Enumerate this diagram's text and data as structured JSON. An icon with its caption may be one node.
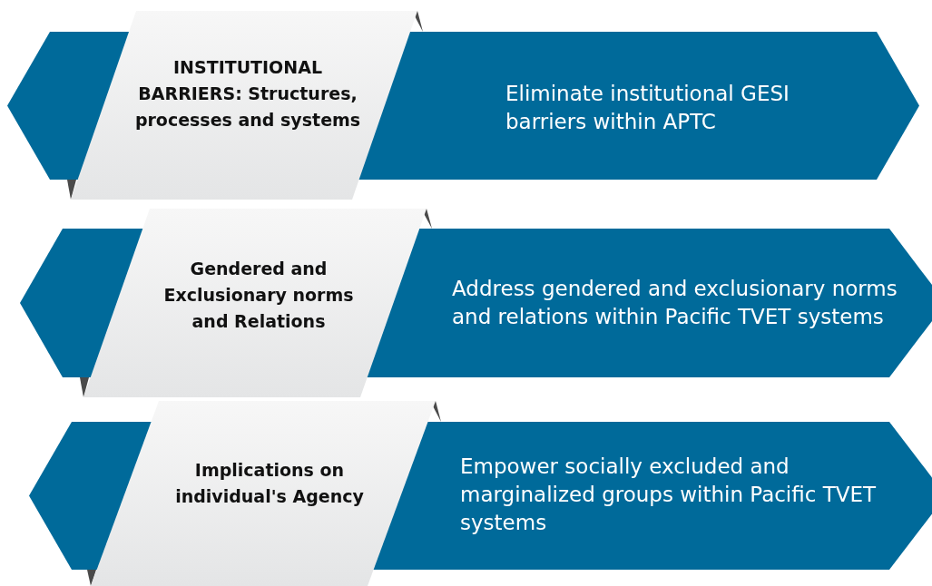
{
  "diagram": {
    "nodes": [
      {
        "text": [
          "INSTITUTIONAL BARRIERS: Structures, processes and systems"
        ]
      },
      {
        "text": [
          "Eliminate institutional GESI barriers within APTC"
        ]
      },
      {
        "text": [
          "Gendered and Exclusionary norms and Relations"
        ]
      },
      {
        "text": [
          "Address gendered and exclusionary norms and relations within Pacific TVET systems"
        ]
      },
      {
        "text": [
          "Implications on individual's Agency"
        ]
      },
      {
        "text": [
          "Empower socially excluded and marginalized groups within Pacific TVET systems"
        ]
      }
    ]
  }
}
